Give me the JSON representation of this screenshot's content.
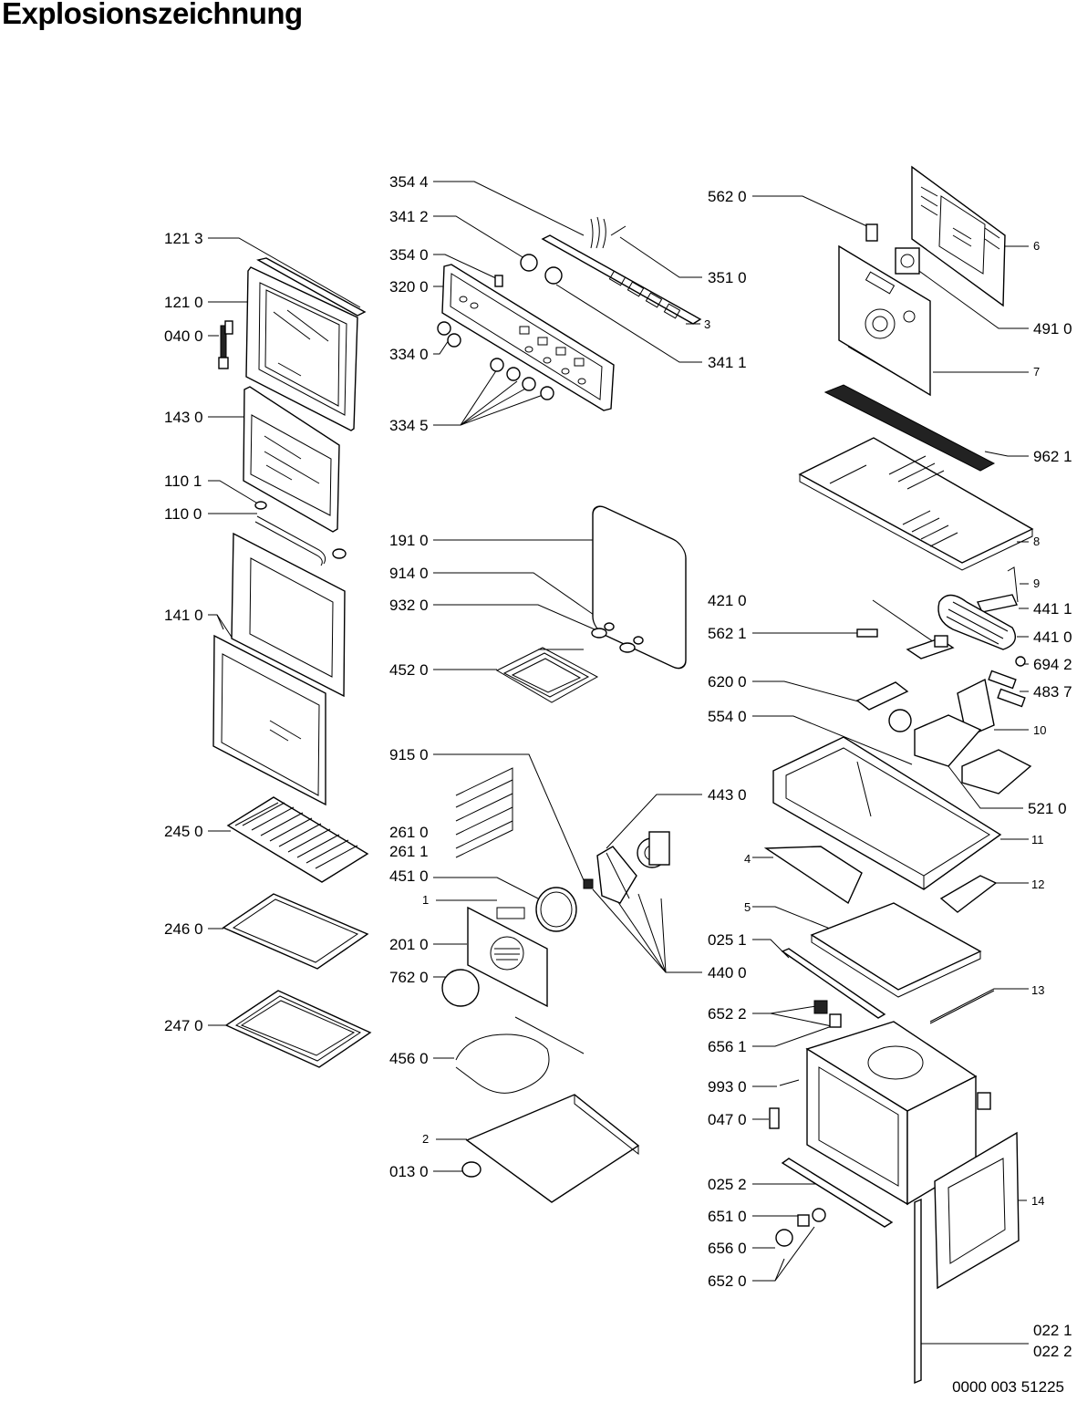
{
  "title": "Explosionszeichnung",
  "doc_number": "0000 003 51225",
  "part_labels": [
    "354 4",
    "341 2",
    "354 0",
    "320 0",
    "334 0",
    "334 5",
    "351 0",
    "3",
    "341 1",
    "121 3",
    "121 0",
    "040 0",
    "143 0",
    "110 1",
    "110 0",
    "141 0",
    "562 0",
    "6",
    "491 0",
    "7",
    "962 1",
    "8",
    "191 0",
    "914 0",
    "932 0",
    "452 0",
    "421 0",
    "9",
    "441 1",
    "441 0",
    "562 1",
    "694 2",
    "483 7",
    "620 0",
    "554 0",
    "10",
    "521 0",
    "915 0",
    "261 0",
    "261 1",
    "443 0",
    "11",
    "4",
    "12",
    "245 0",
    "451 0",
    "1",
    "201 0",
    "246 0",
    "762 0",
    "5",
    "025 1",
    "440 0",
    "652 2",
    "656 1",
    "13",
    "247 0",
    "456 0",
    "993 0",
    "047 0",
    "2",
    "013 0",
    "025 2",
    "14",
    "651 0",
    "656 0",
    "652 0",
    "022 1",
    "022 2"
  ]
}
